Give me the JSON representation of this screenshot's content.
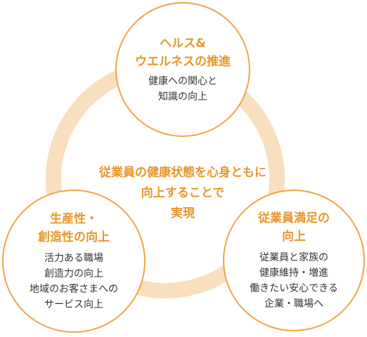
{
  "center": {
    "lines": [
      "従業員の健康状態を心身ともに",
      "向上することで",
      "実現"
    ]
  },
  "circles": [
    {
      "title": [
        "ヘルス&",
        "ウエルネスの推進"
      ],
      "desc": [
        "健康への関心と",
        "知識の向上"
      ]
    },
    {
      "title": [
        "生産性・",
        "創造性の向上"
      ],
      "desc": [
        "活力ある職場",
        "創造力の向上",
        "地域のお客さまへの",
        "サービス向上"
      ]
    },
    {
      "title": [
        "従業員満足の",
        "向上"
      ],
      "desc": [
        "従業員と家族の",
        "健康維持・増進",
        "働きたい安心できる",
        "企業・職場へ"
      ]
    }
  ],
  "colors": {
    "accent": "#e8962a",
    "ring": "#f8dfbd",
    "circle_border": "#f0a442",
    "text": "#333333"
  }
}
